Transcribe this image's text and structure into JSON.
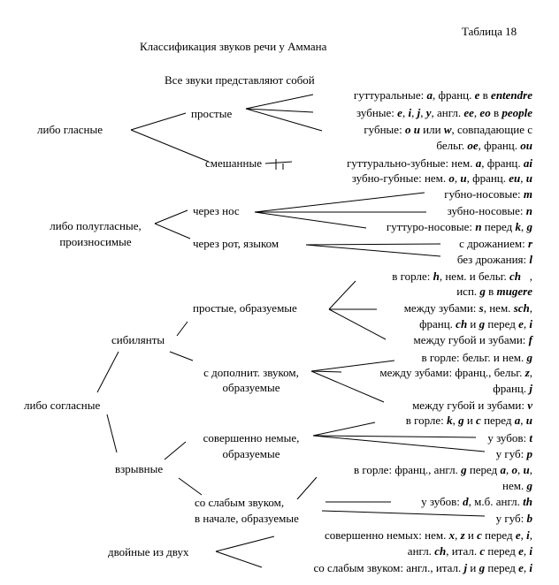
{
  "header": {
    "table_number": "Таблица 18",
    "title": "Классификация звуков речи у Аммана",
    "intro": "Все звуки представляют собой"
  },
  "groups": {
    "vowels": "либо гласные",
    "semivowels_l1": "либо полугласные,",
    "semivowels_l2": "произносимые",
    "consonants": "либо согласные"
  },
  "vowels": {
    "simple": "простые",
    "mixed": "смешанные",
    "simple_items": {
      "guttural": "<span>гуттуральные: <b><i>a</i></b>, франц. <b><i>e</i></b> в <b><i>entendre</i></b></span>",
      "dental": "<span>зубные: <b><i>e</i></b>, <b><i>i</i></b>, <b><i>j</i></b>, <b><i>y</i></b>, англ. <b><i>ee</i></b>, <b><i>eo</i></b> в <b><i>people</i></b></span>",
      "labial_l1": "<span>губные: <b><i>o u</i></b> или <b><i>w</i></b>, совпадающие с</span>",
      "labial_l2": "<span>бельг. <b><i>oe</i></b>, франц. <b><i>ou</i></b></span>"
    },
    "mixed_items": {
      "gutt_dental": "<span>гуттурально-зубные: нем. <b><i>a</i></b>, франц. <b><i>ai</i></b></span>",
      "dental_labial": "<span>зубно-губные: нем. <b><i>o</i></b>, <b><i>u</i></b>, франц. <b><i>eu</i></b>, <b><i>u</i></b></span>"
    }
  },
  "semivowels": {
    "nasal": "через нос",
    "mouth": "через рот, языком",
    "nasal_items": {
      "labial_nasal": "<span>губно-носовые: <b><i>m</i></b></span>",
      "dental_nasal": "<span>зубно-носовые: <b><i>n</i></b></span>",
      "gutt_nasal": "<span>гуттуро-носовые: <b><i>n</i></b> перед <b><i>k</i></b>, <b><i>g</i></b></span>"
    },
    "mouth_items": {
      "trill": "<span>с дрожанием: <b><i>r</i></b></span>",
      "no_trill": "<span>без дрожания: <b><i>l</i></b></span>"
    }
  },
  "consonants": {
    "sibilants": "сибилянты",
    "plosives": "взрывные",
    "double": "двойные из двух",
    "sib_simple": "простые, образуемые",
    "sib_extra_l1": "с дополнит. звуком,",
    "sib_extra_l2": "образуемые",
    "sib_simple_items": {
      "throat_l1": "<span>в горле: <b><i>h</i></b>, нем. и бельг. <b><i>ch</i></b> &nbsp;&nbsp;,</span>",
      "throat_l2": "<span>исп. <b><i>g</i></b> в <b><i>mugere</i></b></span>",
      "teeth_l1": "<span>между зубами: <b><i>s</i></b>, нем. <b><i>sch</i></b>,</span>",
      "teeth_l2": "<span>франц. <b><i>ch</i></b> и <b><i>g</i></b> перед <b><i>e</i></b>, <b><i>i</i></b></span>",
      "lip_teeth": "<span>между губой и зубами: <b><i>f</i></b></span>"
    },
    "sib_extra_items": {
      "throat": "<span>в горле: бельг. и нем. <b><i>g</i></b></span>",
      "teeth_l1": "<span>между зубами: франц., бельг. <b><i>z</i></b>,</span>",
      "teeth_l2": "<span>франц. <b><i>j</i></b></span>",
      "lip_teeth": "<span>между губой и зубами: <b><i>v</i></b></span>"
    },
    "plos_mute_l1": "совершенно немые,",
    "plos_mute_l2": "образуемые",
    "plos_weak_l1": "со слабым звуком,",
    "plos_weak_l2": "в начале, образуемые",
    "plos_mute_items": {
      "throat": "<span>в горле: <b><i>k</i></b>, <b><i>g</i></b> и <b><i>c</i></b> перед <b><i>a</i></b>, <b><i>u</i></b></span>",
      "teeth": "<span>у зубов: <b><i>t</i></b></span>",
      "lips": "<span>у губ: <b><i>p</i></b></span>"
    },
    "plos_weak_items": {
      "throat_l1": "<span>в горле: франц., англ. <b><i>g</i></b> перед <b><i>a</i></b>, <b><i>o</i></b>, <b><i>u</i></b>,</span>",
      "throat_l2": "<span>нем. <b><i>g</i></b></span>",
      "teeth": "<span>у зубов: <b><i>d</i></b>, м.б. англ. <b><i>th</i></b></span>",
      "lips": "<span>у губ: <b><i>b</i></b></span>"
    },
    "double_items": {
      "mute_l1": "<span>совершенно немых: нем. <b><i>x</i></b>, <b><i>z</i></b> и <b><i>c</i></b> перед <b><i>e</i></b>, <b><i>i</i></b>,</span>",
      "mute_l2": "<span>англ. <b><i>ch</i></b>, итал. <b><i>c</i></b> перед <b><i>e</i></b>, <b><i>i</i></b></span>",
      "weak": "<span>со слабым звуком: англ., итал. <b><i>j</i></b> и <b><i>g</i></b> перед <b><i>e</i></b>, <b><i>i</i></b></span>"
    }
  }
}
